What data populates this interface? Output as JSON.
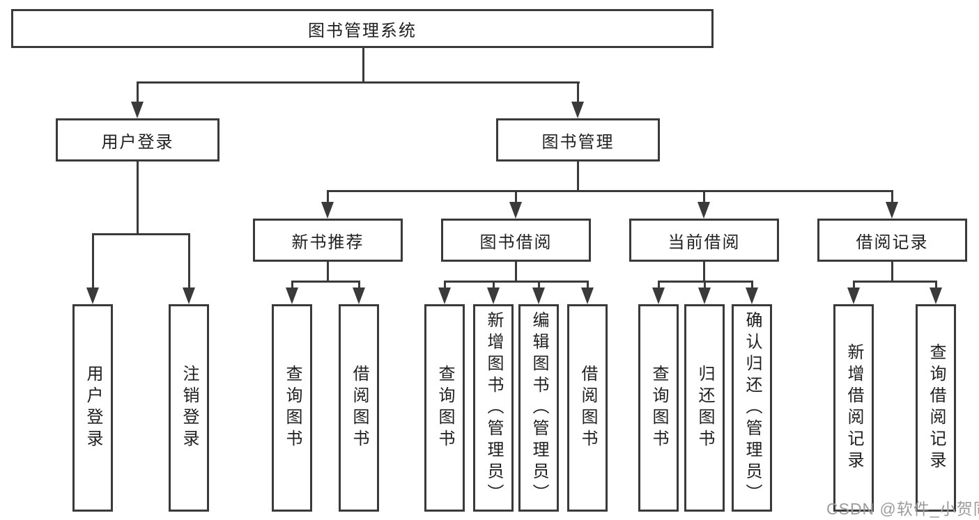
{
  "diagram_title": "图书管理系统",
  "nodes": {
    "root": "图书管理系统",
    "user_login": "用户登录",
    "book_management": "图书管理",
    "new_book_recommend": "新书推荐",
    "book_borrow": "图书借阅",
    "current_borrow": "当前借阅",
    "borrow_records": "借阅记录",
    "leaf_user_login": "用户登录",
    "leaf_logout": "注销登录",
    "recommend_query": "查询图书",
    "recommend_borrow": "借阅图书",
    "borrow_query": "查询图书",
    "borrow_add": "新增图书（管理员）",
    "borrow_edit": "编辑图书（管理员）",
    "borrow_borrow": "借阅图书",
    "current_query": "查询图书",
    "current_return": "归还图书",
    "current_confirm": "确认归还（管理员）",
    "records_add": "新增借阅记录",
    "records_query": "查询借阅记录"
  },
  "watermark": {
    "text": "CSDN @软件_小贺同学"
  },
  "colors": {
    "line": "#3a3a3a",
    "text": "#1f1f1f",
    "watermark": "#9c9c9c",
    "background": "#ffffff"
  }
}
